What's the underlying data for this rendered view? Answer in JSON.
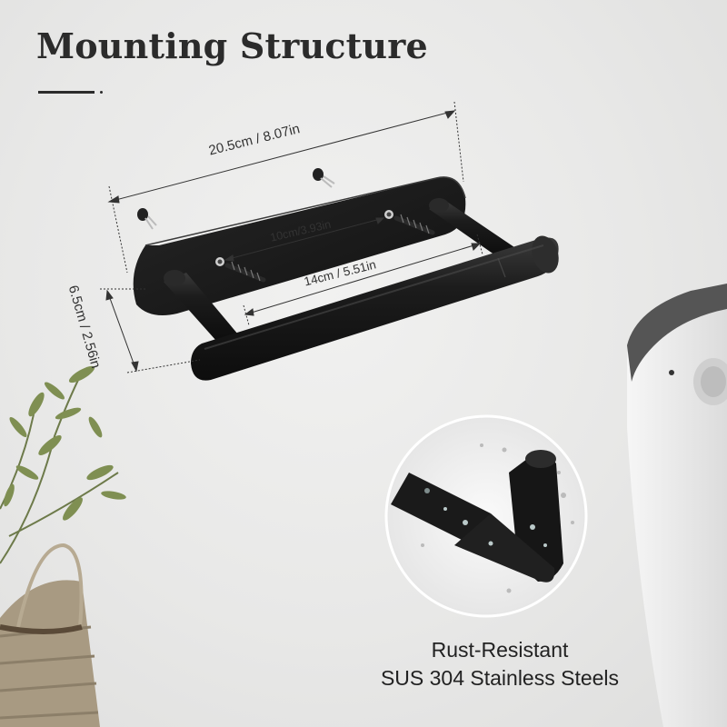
{
  "header": {
    "title": "Mounting Structure"
  },
  "dimensions": {
    "width_label": "20.5cm / 8.07in",
    "height_label": "6.5cm / 2.56in",
    "hole_spacing_label": "10cm/3.93in",
    "bar_length_label": "14cm / 5.51in"
  },
  "feature": {
    "line1": "Rust-Resistant",
    "line2": "SUS 304 Stainless Steels"
  },
  "colors": {
    "wall": "#e8e8e7",
    "product": "#1a1a1a",
    "text": "#2b2b2b"
  }
}
